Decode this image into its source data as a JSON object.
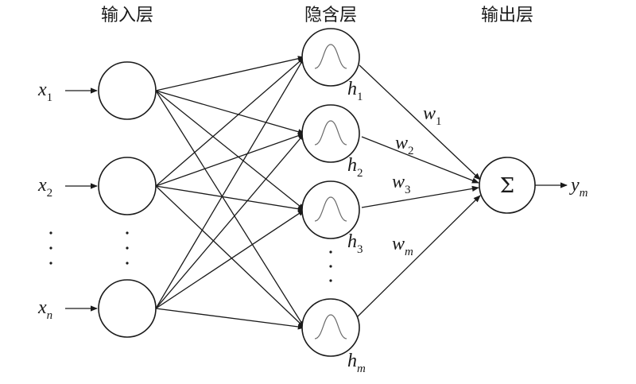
{
  "titles": {
    "input_layer": "输入层",
    "hidden_layer": "隐含层",
    "output_layer": "输出层"
  },
  "inputs": [
    {
      "name": "x",
      "sub": "1"
    },
    {
      "name": "x",
      "sub": "2"
    },
    {
      "name": "x",
      "sub": "n"
    }
  ],
  "hidden": [
    {
      "name": "h",
      "sub": "1"
    },
    {
      "name": "h",
      "sub": "2"
    },
    {
      "name": "h",
      "sub": "3"
    },
    {
      "name": "h",
      "sub": "m"
    }
  ],
  "weights": [
    {
      "name": "w",
      "sub": "1"
    },
    {
      "name": "w",
      "sub": "2"
    },
    {
      "name": "w",
      "sub": "3"
    },
    {
      "name": "w",
      "sub": "m"
    }
  ],
  "output": {
    "symbol": "Σ",
    "label": {
      "name": "y",
      "sub": "m"
    }
  }
}
